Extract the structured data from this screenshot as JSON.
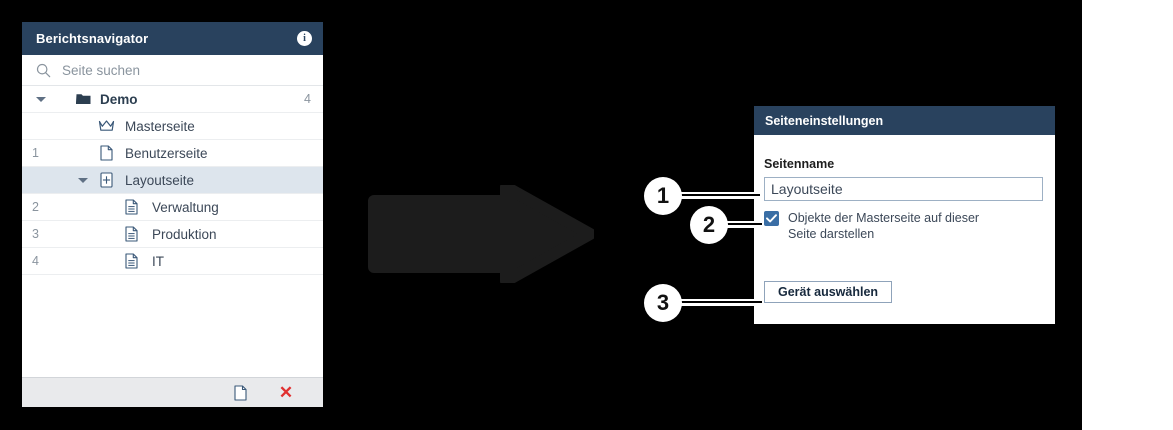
{
  "navigator": {
    "title": "Berichtsnavigator",
    "info_icon": "info-icon",
    "search": {
      "icon": "search-icon",
      "placeholder": "Seite suchen"
    },
    "tree": [
      {
        "num": "",
        "label": "Demo",
        "count": "4",
        "icon": "folder-icon",
        "level": "lv-folder",
        "bold": true,
        "caret": true,
        "selected": false
      },
      {
        "num": "",
        "label": "Masterseite",
        "count": "",
        "icon": "crown-icon",
        "level": "lv-master",
        "bold": false,
        "caret": false,
        "selected": false
      },
      {
        "num": "1",
        "label": "Benutzerseite",
        "count": "",
        "icon": "page-icon",
        "level": "lv-user",
        "bold": false,
        "caret": false,
        "selected": false
      },
      {
        "num": "",
        "label": "Layoutseite",
        "count": "",
        "icon": "page-plus-icon",
        "level": "lv-layout",
        "bold": false,
        "caret": true,
        "selected": true
      },
      {
        "num": "2",
        "label": "Verwaltung",
        "count": "",
        "icon": "page-lines-icon",
        "level": "lv-child",
        "bold": false,
        "caret": false,
        "selected": false
      },
      {
        "num": "3",
        "label": "Produktion",
        "count": "",
        "icon": "page-lines-icon",
        "level": "lv-child",
        "bold": false,
        "caret": false,
        "selected": false
      },
      {
        "num": "4",
        "label": "IT",
        "count": "",
        "icon": "page-lines-icon",
        "level": "lv-child",
        "bold": false,
        "caret": false,
        "selected": false
      }
    ],
    "footer": {
      "new_page_icon": "new-page-icon",
      "delete_icon": "close-x-icon",
      "delete_glyph": "✕"
    }
  },
  "arrow": {
    "icon": "right-arrow-icon",
    "color": "#1c1c1c"
  },
  "dialog": {
    "title": "Seiteneinstellungen",
    "page_name_label": "Seitenname",
    "page_name_value": "Layoutseite",
    "checkbox_checked": true,
    "checkbox_label": "Objekte der Masterseite auf dieser Seite darstellen",
    "device_button_label": "Gerät auswählen"
  },
  "callouts": [
    {
      "id": "1",
      "number": "1"
    },
    {
      "id": "2",
      "number": "2"
    },
    {
      "id": "3",
      "number": "3"
    }
  ],
  "colors": {
    "header_navy": "#29425e",
    "selection_blue": "#dde5ed",
    "checkbox_blue": "#3a6ea5",
    "delete_red": "#e03030",
    "background": "#000000"
  }
}
